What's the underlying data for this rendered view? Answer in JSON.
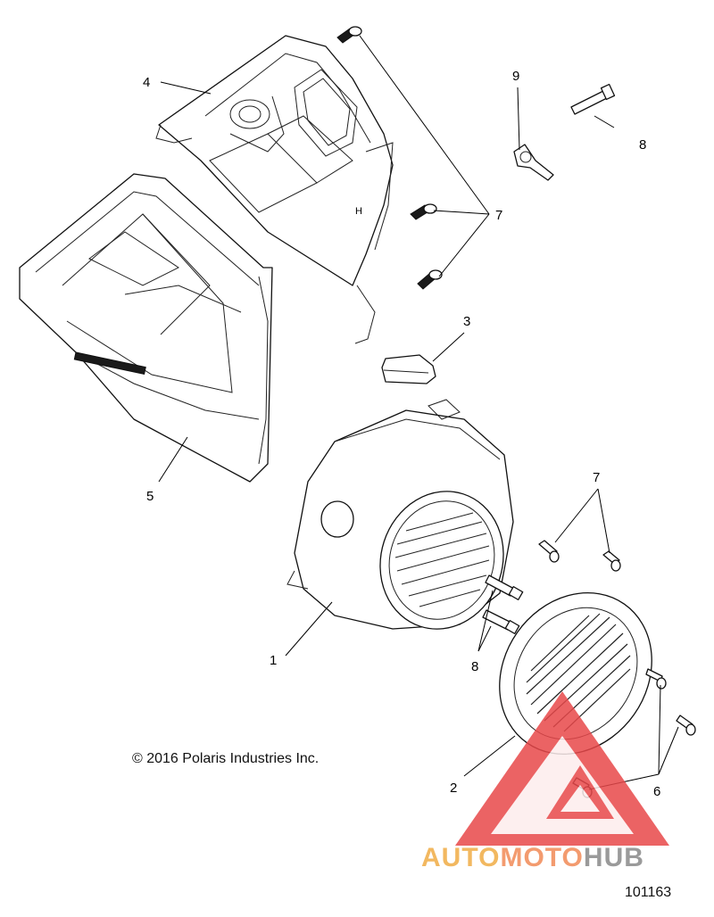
{
  "callouts": {
    "c1": "1",
    "c2": "2",
    "c3": "3",
    "c4": "4",
    "c5": "5",
    "c6": "6",
    "c7_top": "7",
    "c7_right": "7",
    "c8_top": "8",
    "c8_bottom": "8",
    "c9": "9"
  },
  "copyright": "© 2016 Polaris Industries Inc.",
  "document_number": "101163",
  "watermark": {
    "part1": "AUTO",
    "part2": "MOTO",
    "part3": "HUB",
    "colors": {
      "auto": "#f2b860",
      "moto": "#f39b6f",
      "hub": "#9a9a9a",
      "triangle": "#e8484a"
    }
  },
  "icons": [
    "screw-icon",
    "bolt-icon",
    "clip-icon",
    "fan-grille-icon",
    "watermark-triangle-logo"
  ]
}
